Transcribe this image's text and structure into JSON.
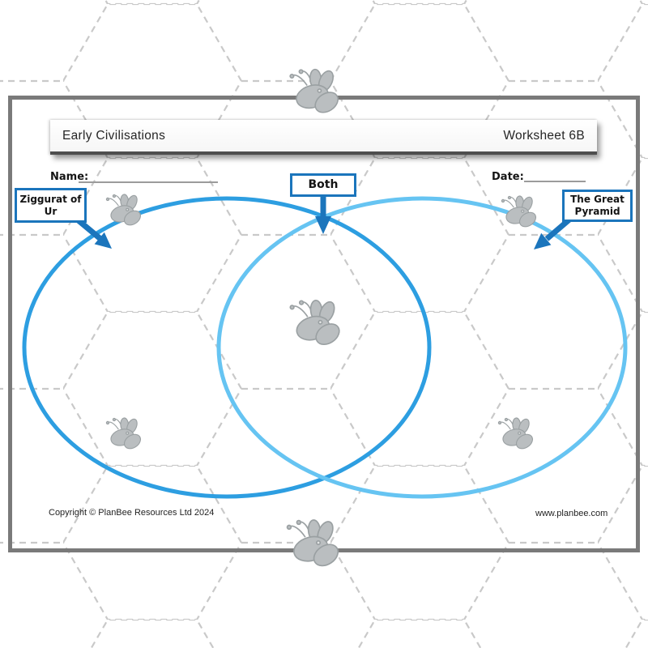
{
  "header": {
    "title": "Early Civilisations",
    "worksheet_number": "Worksheet 6B"
  },
  "fields": {
    "name_label": "Name:",
    "date_label": "Date:"
  },
  "venn": {
    "left_box": {
      "line1": "Ziggurat of",
      "line2": "Ur"
    },
    "center_box": {
      "label": "Both"
    },
    "right_box": {
      "line1": "The Great",
      "line2": "Pyramid"
    },
    "colors": {
      "left_circle": "#2d9ee1",
      "right_circle": "#66c4f2",
      "arrow": "#1b75bc",
      "box_border": "#1b75bc"
    }
  },
  "footer": {
    "copyright": "Copyright © PlanBee Resources Ltd 2024",
    "website": "www.planbee.com"
  },
  "decor": {
    "bee_icon": "bee-silhouette",
    "bee_fill": "#babec0",
    "bee_stroke": "#9aa0a2",
    "hex_pattern_color": "#c9c9c9"
  }
}
